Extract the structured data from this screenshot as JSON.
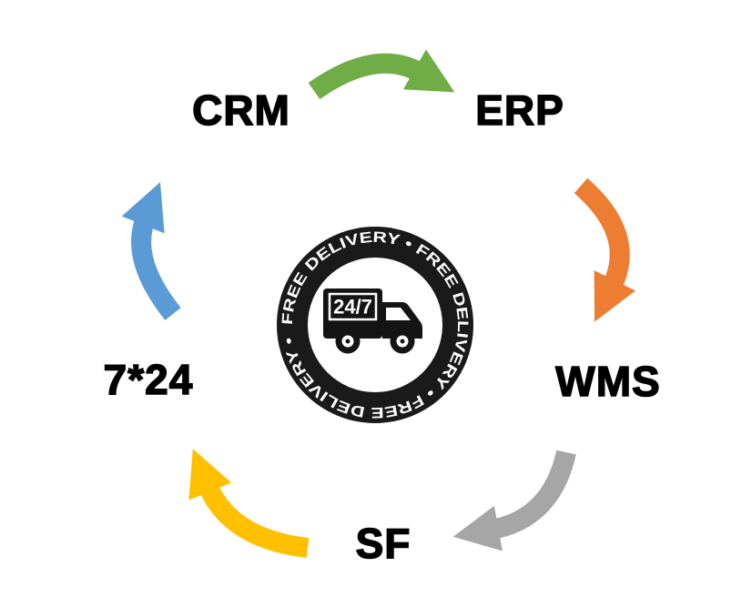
{
  "diagram": {
    "nodes": [
      {
        "id": "crm",
        "label": "CRM"
      },
      {
        "id": "erp",
        "label": "ERP"
      },
      {
        "id": "wms",
        "label": "WMS"
      },
      {
        "id": "sf",
        "label": "SF"
      },
      {
        "id": "seven24",
        "label": "7*24"
      }
    ],
    "arrows": [
      {
        "from": "CRM",
        "to": "ERP",
        "color": "#70AD47"
      },
      {
        "from": "ERP",
        "to": "WMS",
        "color": "#ED7D31"
      },
      {
        "from": "WMS",
        "to": "SF",
        "color": "#A6A6A6"
      },
      {
        "from": "SF",
        "to": "7*24",
        "color": "#FFC000"
      },
      {
        "from": "7*24",
        "to": "CRM",
        "color": "#5B9BD5"
      }
    ],
    "badge": {
      "ring_text": "FREE DELIVERY • FREE DELIVERY • FREE DELIVERY •",
      "truck_label": "24/7",
      "ring_color": "#1a1a1a",
      "inner_color": "#ffffff",
      "text_color": "#ffffff"
    }
  }
}
